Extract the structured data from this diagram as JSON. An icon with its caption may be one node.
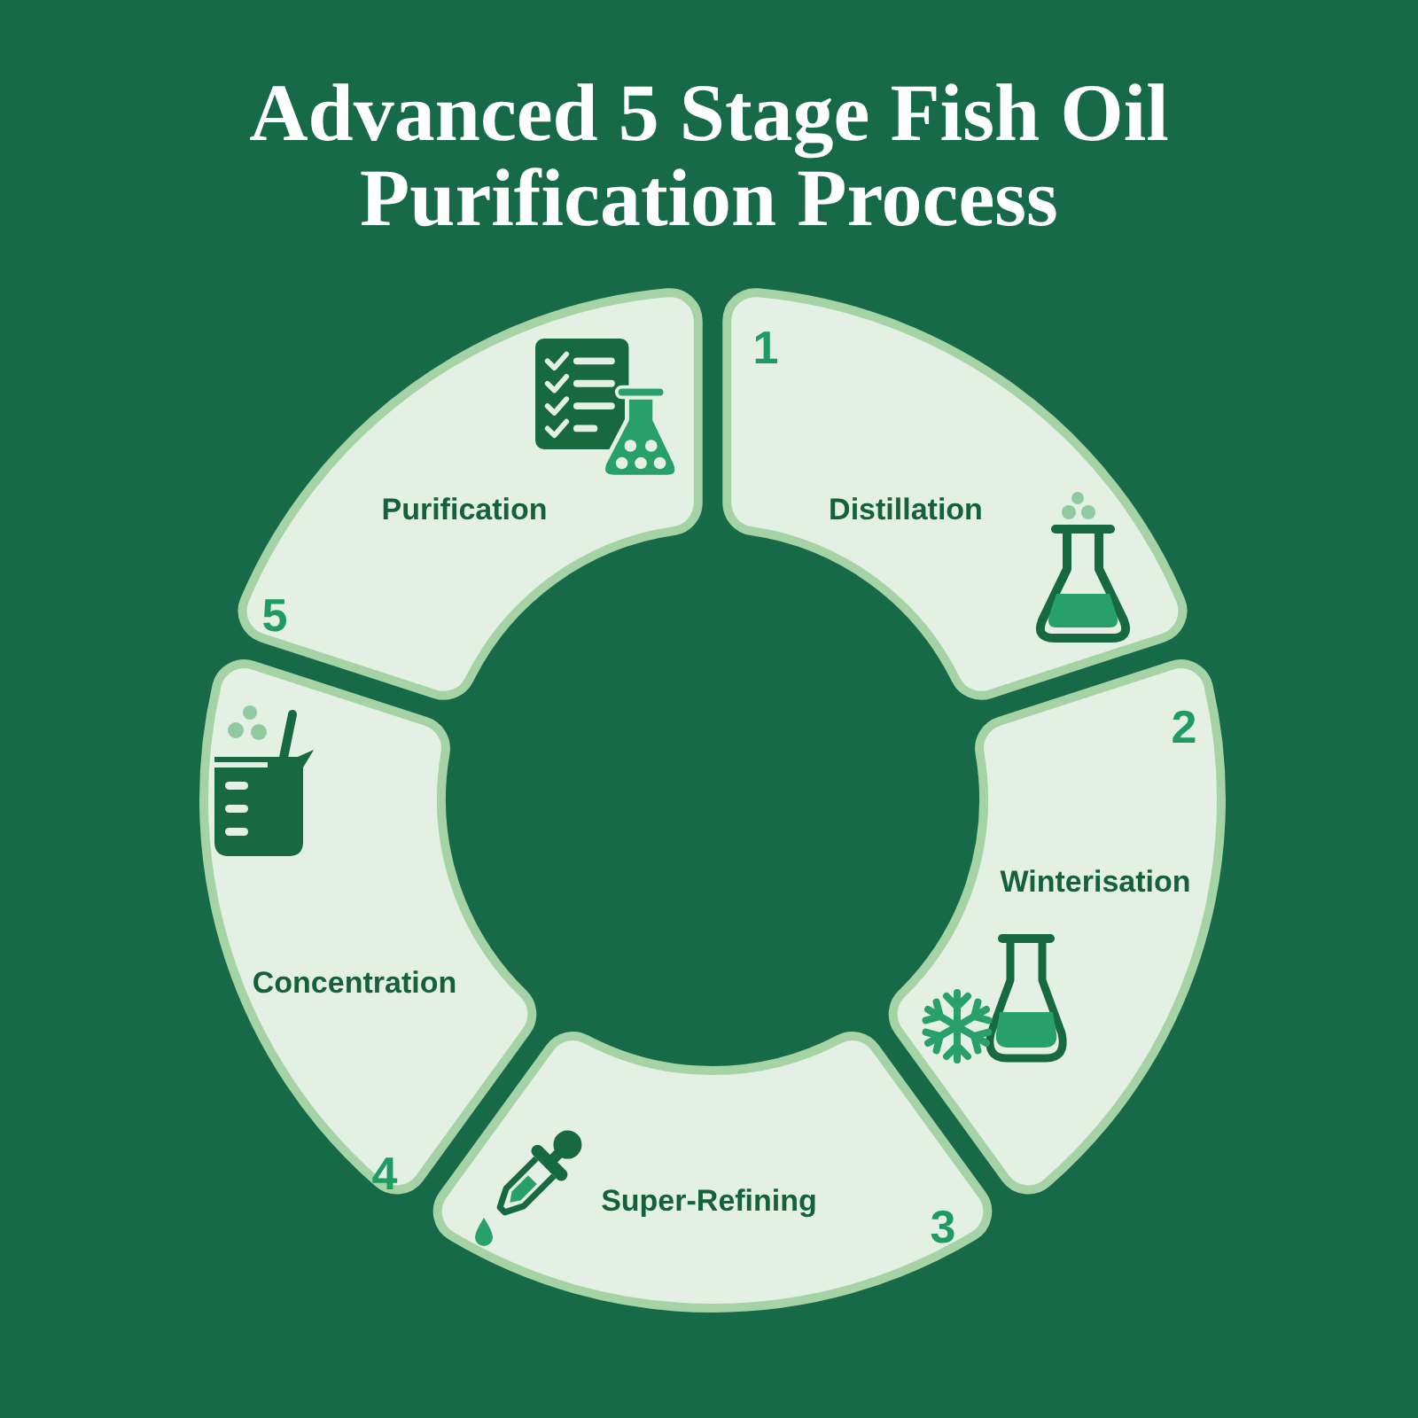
{
  "diagram": {
    "title": "Advanced 5 Stage Fish Oil Purification Process",
    "nodes": [
      {
        "text": [
          "1",
          "Distillation"
        ]
      },
      {
        "text": [
          "2",
          "Winterisation"
        ]
      },
      {
        "text": [
          "Super-Refining",
          "3"
        ]
      },
      {
        "text": [
          "Concentration",
          "4"
        ]
      },
      {
        "text": [
          "Purification",
          "5"
        ]
      }
    ]
  }
}
